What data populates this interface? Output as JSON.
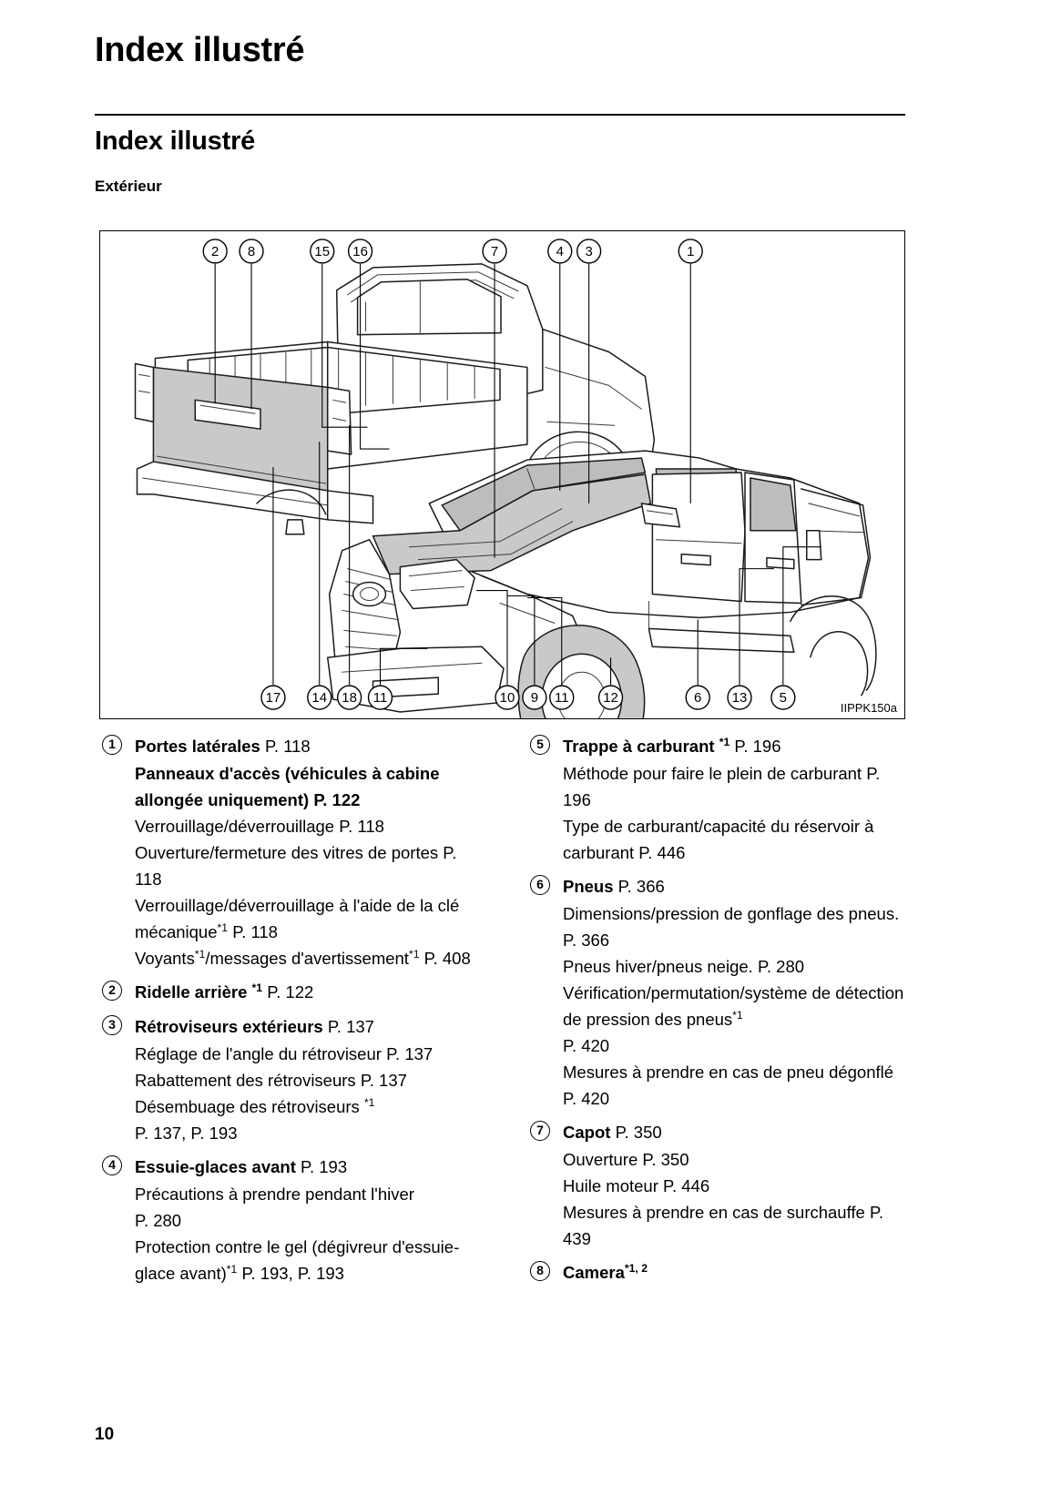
{
  "header": {
    "chapter_title": "Index illustré",
    "section_title": "Index illustré",
    "subsection_title": "Extérieur"
  },
  "figure": {
    "code": "IIPPK150a",
    "callouts_top": [
      "2",
      "8",
      "15",
      "16",
      "7",
      "4",
      "3",
      "1"
    ],
    "callouts_bottom": [
      "17",
      "14",
      "18",
      "11",
      "10",
      "9",
      "11",
      "12",
      "6",
      "13",
      "5"
    ]
  },
  "index": {
    "left_column": [
      {
        "number": "1",
        "title": "Portes latérales",
        "page": "P. 118",
        "sublines": [
          {
            "text": "Panneaux d'accès (véhicules à cabine allongée uniquement)",
            "page": "P. 122",
            "bold": true
          },
          {
            "text": "Verrouillage/déverrouillage",
            "page": "P. 118",
            "bold": false
          },
          {
            "text": "Ouverture/fermeture des vitres de portes",
            "page": "P. 118",
            "bold": false
          },
          {
            "text": "Verrouillage/déverrouillage à l'aide de la clé mécanique",
            "sup": "*1",
            "page": "P. 118",
            "bold": false
          },
          {
            "text": "Voyants",
            "sup": "*1",
            "text2": "/messages d'avertissement",
            "sup2": "*1",
            "page": "P. 408",
            "bold": false
          }
        ]
      },
      {
        "number": "2",
        "title": "Ridelle arrière ",
        "title_sup": "*1",
        "page": "P. 122",
        "sublines": []
      },
      {
        "number": "3",
        "title": "Rétroviseurs extérieurs",
        "page": "P. 137",
        "sublines": [
          {
            "text": "Réglage de l'angle du rétroviseur",
            "page": "P. 137",
            "bold": false
          },
          {
            "text": "Rabattement des rétroviseurs",
            "page": "P. 137",
            "bold": false
          },
          {
            "text": "Désembuage des rétroviseurs ",
            "sup": "*1",
            "page": "P. 137, P. 193",
            "bold": false
          }
        ]
      },
      {
        "number": "4",
        "title": "Essuie-glaces avant",
        "page": "P. 193",
        "sublines": [
          {
            "text": "Précautions à prendre pendant l'hiver",
            "page": "P. 280",
            "bold": false
          },
          {
            "text": "Protection contre le gel (dégivreur d'essuie-glace avant)",
            "sup": "*1",
            "page": "P. 193, P. 193",
            "bold": false
          }
        ]
      }
    ],
    "right_column": [
      {
        "number": "5",
        "title": "Trappe à carburant ",
        "title_sup": "*1",
        "page": "P. 196",
        "sublines": [
          {
            "text": "Méthode pour faire le plein de carburant",
            "page": "P. 196",
            "bold": false
          },
          {
            "text": "Type de carburant/capacité du réservoir à carburant",
            "page": "P. 446",
            "bold": false
          }
        ]
      },
      {
        "number": "6",
        "title": "Pneus",
        "page": "P. 366",
        "sublines": [
          {
            "text": "Dimensions/pression de gonflage des pneus.",
            "page": "P. 366",
            "bold": false
          },
          {
            "text": "Pneus hiver/pneus neige.",
            "page": "P. 280",
            "bold": false
          },
          {
            "text": "Vérification/permutation/système de détection de pression des pneus",
            "sup": "*1",
            "page": "P. 420",
            "bold": false
          },
          {
            "text": "Mesures à prendre en cas de pneu dégonflé",
            "page": "P. 420",
            "bold": false
          }
        ]
      },
      {
        "number": "7",
        "title": "Capot",
        "page": "P. 350",
        "sublines": [
          {
            "text": "Ouverture",
            "page": "P. 350",
            "bold": false
          },
          {
            "text": "Huile moteur",
            "page": "P. 446",
            "bold": false
          },
          {
            "text": "Mesures à prendre en cas de surchauffe",
            "page": "P. 439",
            "bold": false
          }
        ]
      },
      {
        "number": "8",
        "title": "Camera",
        "title_sup": "*1, 2",
        "page": "",
        "sublines": []
      }
    ]
  },
  "footer": {
    "page_number": "10"
  }
}
